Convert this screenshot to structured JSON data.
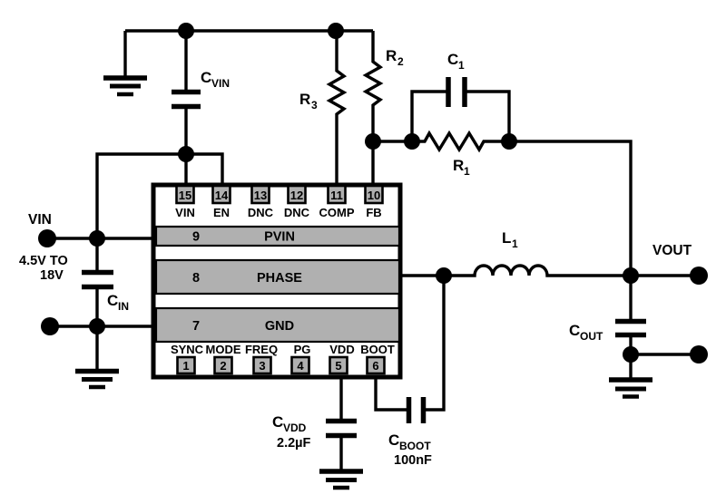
{
  "ic": {
    "top_pins": [
      {
        "num": "15",
        "label": "VIN"
      },
      {
        "num": "14",
        "label": "EN"
      },
      {
        "num": "13",
        "label": "DNC"
      },
      {
        "num": "12",
        "label": "DNC"
      },
      {
        "num": "11",
        "label": "COMP"
      },
      {
        "num": "10",
        "label": "FB"
      }
    ],
    "bars": [
      {
        "num": "9",
        "label": "PVIN"
      },
      {
        "num": "8",
        "label": "PHASE"
      },
      {
        "num": "7",
        "label": "GND"
      }
    ],
    "bottom_pins": [
      {
        "num": "1",
        "label": "SYNC"
      },
      {
        "num": "2",
        "label": "MODE"
      },
      {
        "num": "3",
        "label": "FREQ"
      },
      {
        "num": "4",
        "label": "PG"
      },
      {
        "num": "5",
        "label": "VDD"
      },
      {
        "num": "6",
        "label": "BOOT"
      }
    ]
  },
  "terminals": {
    "vin": "VIN",
    "vin_range_line1": "4.5V TO",
    "vin_range_line2": "18V",
    "vout": "VOUT"
  },
  "components": {
    "cvin": {
      "ref": "C",
      "sub": "VIN"
    },
    "cin": {
      "ref": "C",
      "sub": "IN"
    },
    "r3": {
      "ref": "R",
      "sub": "3"
    },
    "r2": {
      "ref": "R",
      "sub": "2"
    },
    "c1": {
      "ref": "C",
      "sub": "1"
    },
    "r1": {
      "ref": "R",
      "sub": "1"
    },
    "l1": {
      "ref": "L",
      "sub": "1"
    },
    "cout": {
      "ref": "C",
      "sub": "OUT"
    },
    "cvdd": {
      "ref": "C",
      "sub": "VDD",
      "value": "2.2µF"
    },
    "cboot": {
      "ref": "C",
      "sub": "BOOT",
      "value": "100nF"
    }
  },
  "colors": {
    "wire": "#000000",
    "component_fill": "#b0b0b0",
    "background": "#ffffff"
  }
}
